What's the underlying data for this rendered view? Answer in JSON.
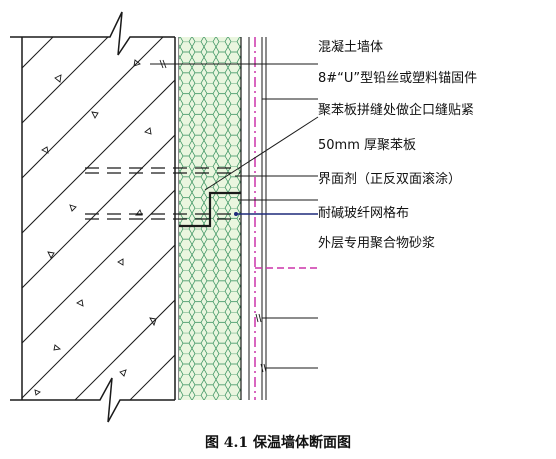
{
  "labels": [
    "混凝土墙体",
    "8#“U”型铅丝或塑料锚固件",
    "聚苯板拼缝处做企口缝贴紧",
    "50mm 厚聚苯板",
    "界面剂（正反双面滚涂）",
    "耐碱玻纤网格布",
    "外层专用聚合物砂浆"
  ],
  "caption": "图 4.1 保温墙体断面图",
  "colors": {
    "line": "#1a1a1a",
    "foam_fill": "#eaf6df",
    "foam_hex": "#2e8b57",
    "anchor": "#cc33aa",
    "mesh_line": "#1f2a7a"
  }
}
